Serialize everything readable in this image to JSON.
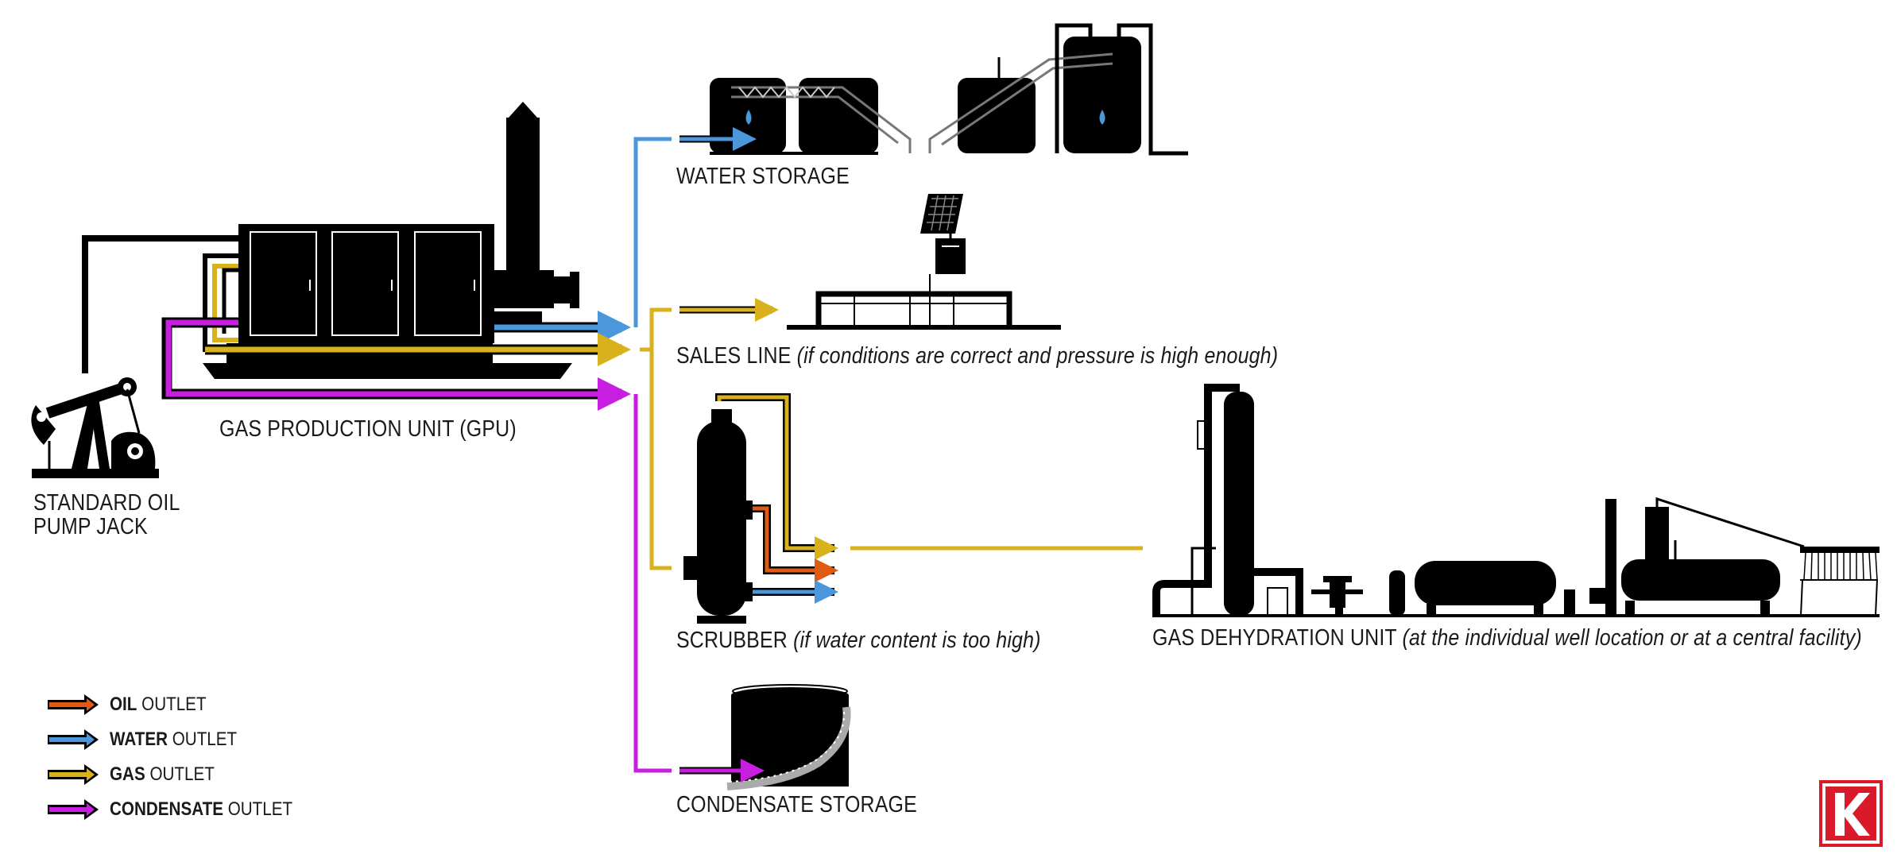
{
  "labels": {
    "pump_jack_line1": "STANDARD OIL",
    "pump_jack_line2": "PUMP JACK",
    "gpu": "GAS PRODUCTION UNIT (GPU)",
    "water_storage": "WATER STORAGE",
    "sales_line": "SALES LINE",
    "sales_line_note": "(if conditions are correct and pressure is high enough)",
    "scrubber": "SCRUBBER",
    "scrubber_note": "(if water content is too high)",
    "dehydration": "GAS DEHYDRATION UNIT",
    "dehydration_note": "(at the individual well location or at a central facility)",
    "condensate_storage": "CONDENSATE STORAGE"
  },
  "legend": [
    {
      "bold": "OIL",
      "rest": " OUTLET",
      "color": "#e05a14"
    },
    {
      "bold": "WATER",
      "rest": " OUTLET",
      "color": "#4a97dc"
    },
    {
      "bold": "GAS",
      "rest": " OUTLET",
      "color": "#d9b11c"
    },
    {
      "bold": "CONDENSATE",
      "rest": " OUTLET",
      "color": "#c81ee0"
    }
  ],
  "logo": {
    "letter": "K",
    "color": "#d91a2a"
  },
  "colors": {
    "oil": "#e05a14",
    "water": "#4a97dc",
    "gas": "#d9b11c",
    "condensate": "#c81ee0",
    "equipment": "#000000"
  }
}
